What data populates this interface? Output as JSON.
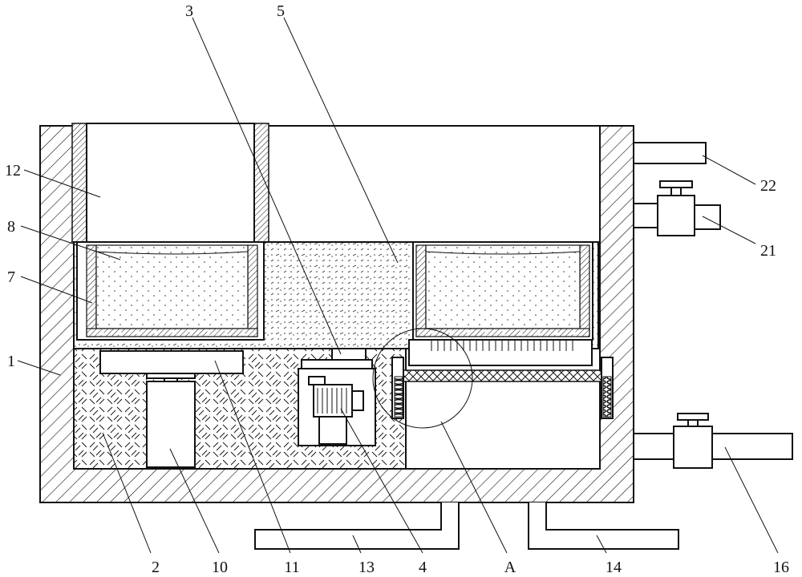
{
  "colors": {
    "ink": "#111111",
    "paper": "#ffffff"
  },
  "labels": {
    "l1": "1",
    "l2": "2",
    "l3": "3",
    "l4": "4",
    "l5": "5",
    "l7": "7",
    "l8": "8",
    "l10": "10",
    "l11": "11",
    "l12": "12",
    "l13": "13",
    "l14": "14",
    "l16": "16",
    "l21": "21",
    "l22": "22",
    "lA": "A"
  }
}
